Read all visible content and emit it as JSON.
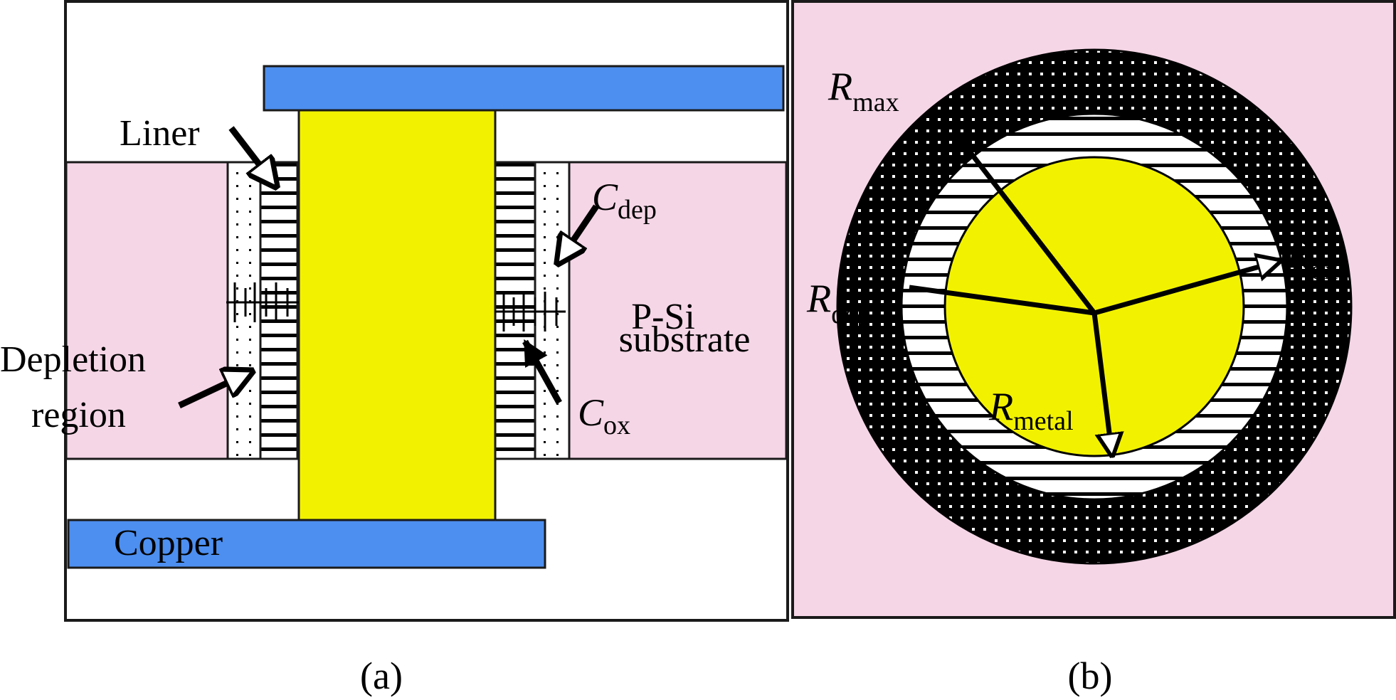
{
  "colors": {
    "substrate": "#f5d6e6",
    "copper": "#4d8ff0",
    "metal": "#f2f200",
    "outline": "#1a1a1a",
    "background": "#ffffff"
  },
  "panel_a": {
    "caption": "(a)",
    "labels": {
      "liner": "Liner",
      "c_dep_sym": "C",
      "c_dep_sub": "dep",
      "p_si_line1": "P-Si",
      "p_si_line2": "substrate",
      "depletion_line1": "Depletion",
      "depletion_line2": "region",
      "c_ox_sym": "C",
      "c_ox_sub": "ox",
      "copper": "Copper"
    }
  },
  "panel_b": {
    "caption": "(b)",
    "labels": {
      "r_max_sym": "R",
      "r_max_sub": "max",
      "r_dep_sym": "R",
      "r_dep_sub": "dep",
      "r_ox_sym": "R",
      "r_ox_sub": "ox",
      "r_metal_sym": "R",
      "r_metal_sub": "metal"
    }
  }
}
